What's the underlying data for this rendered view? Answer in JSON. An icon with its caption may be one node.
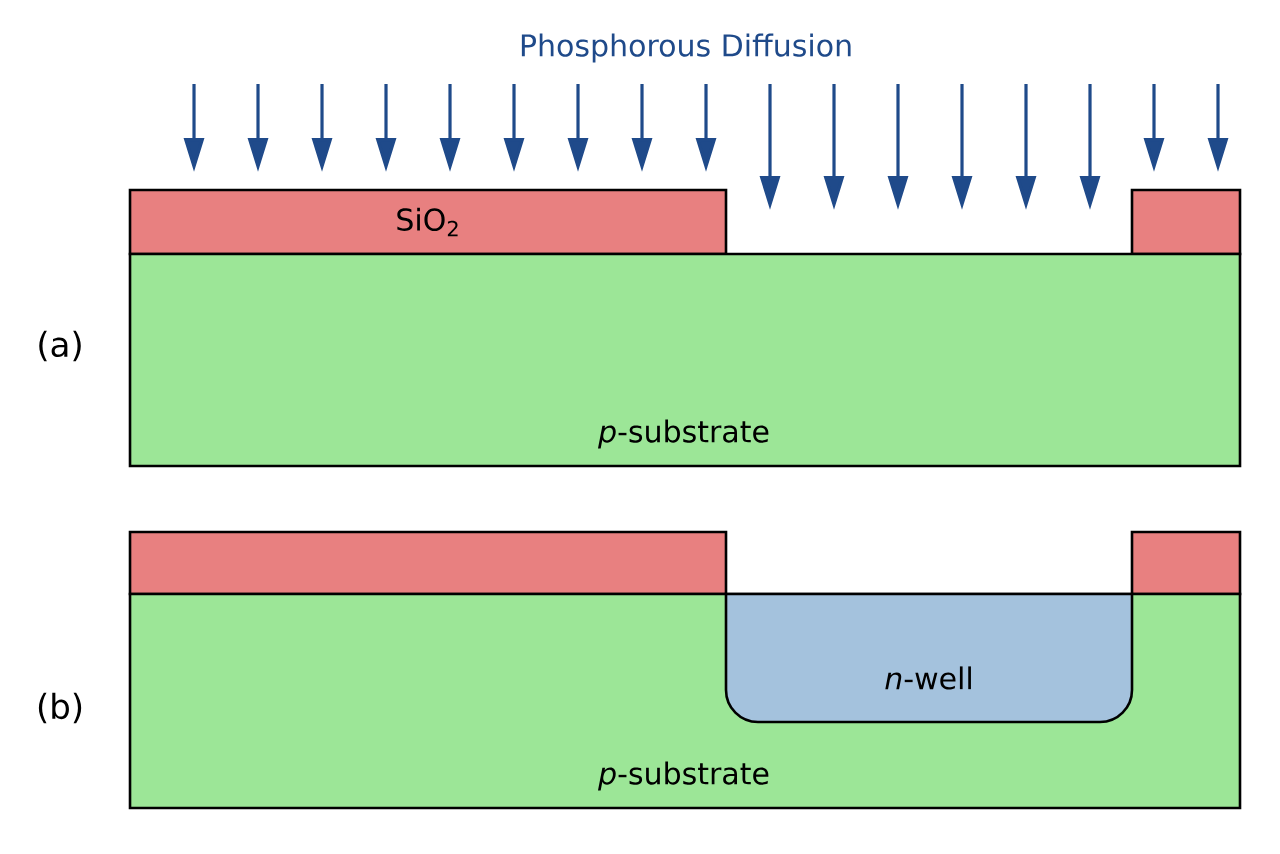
{
  "diagram": {
    "title": "Phosphorous Diffusion",
    "nodes": [
      {
        "text": [
          "SiO$_{2}$"
        ]
      },
      {
        "text": [],
        "shape": "box"
      },
      {
        "text": [
          "*p*-substrate"
        ]
      },
      {
        "text": [],
        "shape": "box"
      },
      {
        "text": [],
        "shape": "box"
      },
      {
        "text": [
          "*p*-substrate"
        ]
      },
      {
        "text": [
          "*n*-well"
        ],
        "in": 5
      }
    ],
    "labels": [
      "(a)",
      "(b)"
    ]
  }
}
